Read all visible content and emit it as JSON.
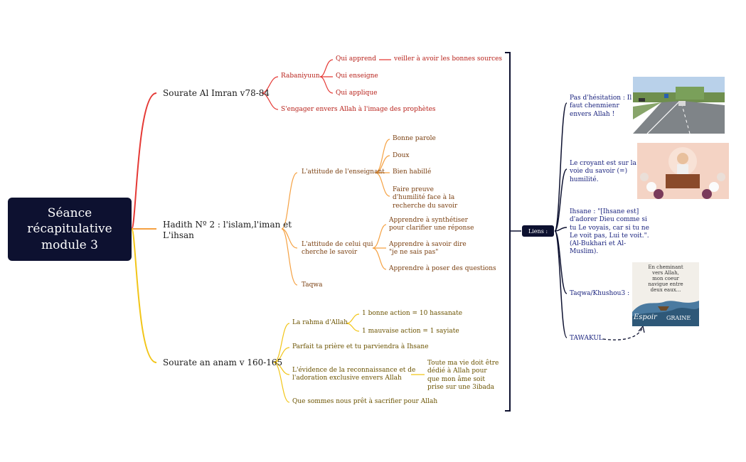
{
  "root": "Séance\nrécapitulative\nmodule 3",
  "branches": {
    "b1": {
      "label": "Sourate Al Imran v78-84",
      "rabaniyuun": "Rabaniyuun",
      "qui_apprend": "Qui apprend",
      "veiller": "veiller à avoir les bonnes sources",
      "qui_enseigne": "Qui enseigne",
      "qui_applique": "Qui applique",
      "sengager": "S'engager envers Allah à l'image des prophètes"
    },
    "b2": {
      "label": "Hadith Nº 2 : l'islam,l'iman et\nL'ihsan",
      "attitude_enseignant": "L'attitude de l'enseignant",
      "bonne_parole": "Bonne parole",
      "doux": "Doux",
      "bien_habille": "Bien habillé",
      "faire_preuve": "Faire preuve\nd'humilité face à la\nrecherche du savoir",
      "attitude_cherche": "L'attitude de celui qui\ncherche le savoir",
      "apprendre_synth": "Apprendre à synthétiser\npour clarifier une réponse",
      "apprendre_savoir": "Apprendre à savoir dire\n\"je ne sais pas\"",
      "apprendre_poser": "Apprendre à poser des questions",
      "taqwa": "Taqwa"
    },
    "b3": {
      "label": "Sourate an anam v 160-165",
      "rahma": "La rahma d'Allah",
      "bonne_action": "1 bonne action = 10 hassanate",
      "mauvaise_action": "1 mauvaise action = 1 sayiate",
      "parfait": "Parfait ta prière et tu parviendra à Ihsane",
      "evidence": "L'évidence de la reconnaissance et de\nl'adoration exclusive envers Allah",
      "toute_ma_vie": "Toute ma vie doit être\ndédié à Allah pour\nque mon âme soit\nprise sur une 3ibada",
      "que_sommes": "Que sommes nous prêt à sacrifier pour Allah"
    }
  },
  "liens": {
    "label": "Liens :",
    "pas_hesitation": "Pas d'hésitation : Il\nfaut chenmienr\nenvers Allah !",
    "croyant": "Le croyant est sur la\nvoie du savoir (=)\nhumilité.",
    "ihsane": "Ihsane : \"[Ihsane est]\nd'adorer Dieu comme si\ntu Le voyais, car si tu ne\nLe voit pas, Lui te voit.\".\n(Al-Bukhari et Al-\nMuslim).",
    "taqwa_khushou": "Taqwa/Khushou3 :",
    "tawakul": "TAWAKUL",
    "poster_text": "En cheminant\nvers Allah,\nmon coeur\nnavigue entre\ndeux eaux...",
    "poster_brand1": "Espoir",
    "poster_brand2": "GRAINE"
  },
  "colors": {
    "root_bg": "#0d1130",
    "red": "#e53935",
    "orange": "#f5a142",
    "yellow": "#f2c518",
    "navy": "#1a237e"
  }
}
